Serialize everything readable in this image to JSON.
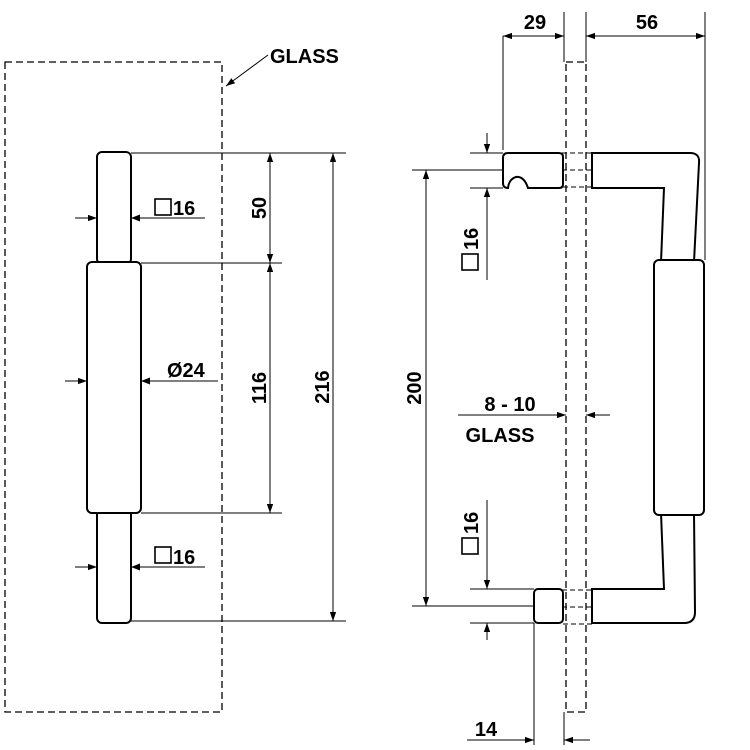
{
  "front_view": {
    "glass_label": "GLASS",
    "dims": {
      "sq_top": "16",
      "sq_bottom": "16",
      "dia": "Ø24",
      "d50": "50",
      "d116": "116",
      "d216": "216"
    }
  },
  "side_view": {
    "dims": {
      "d29": "29",
      "d56": "56",
      "d200": "200",
      "sq_top": "16",
      "sq_bottom": "16",
      "d14": "14",
      "glass_thickness": "8 - 10",
      "glass_label": "GLASS"
    }
  }
}
